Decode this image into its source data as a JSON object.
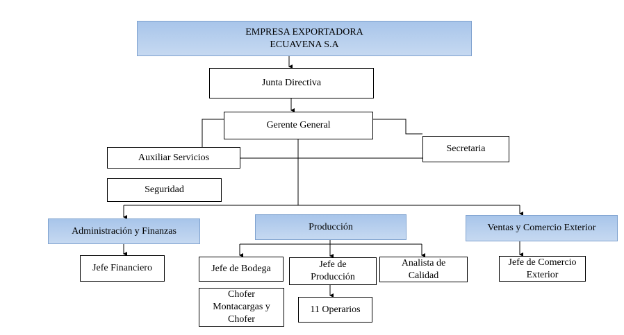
{
  "chart_title": [
    "EMPRESA EXPORTADORA",
    "ECUAVENA S.A"
  ],
  "nodes": {
    "junta": "Junta Directiva",
    "gerente": "Gerente General",
    "auxiliar": "Auxiliar Servicios",
    "secretaria": "Secretaria",
    "seguridad": "Seguridad",
    "admin": "Administración y Finanzas",
    "produccion": "Producción",
    "ventas": "Ventas y Comercio Exterior",
    "jefe_financiero": "Jefe Financiero",
    "jefe_bodega": "Jefe de Bodega",
    "jefe_produccion": [
      "Jefe de",
      "Producción"
    ],
    "analista": [
      "Analista de",
      "Calidad"
    ],
    "jefe_comercio": [
      "Jefe de Comercio",
      "Exterior"
    ],
    "chofer": [
      "Chofer",
      "Montacargas y",
      "Chofer"
    ],
    "operarios": "11 Operarios"
  },
  "colors": {
    "department_fill": "#b7cfee",
    "department_border": "#7fa2cf"
  }
}
